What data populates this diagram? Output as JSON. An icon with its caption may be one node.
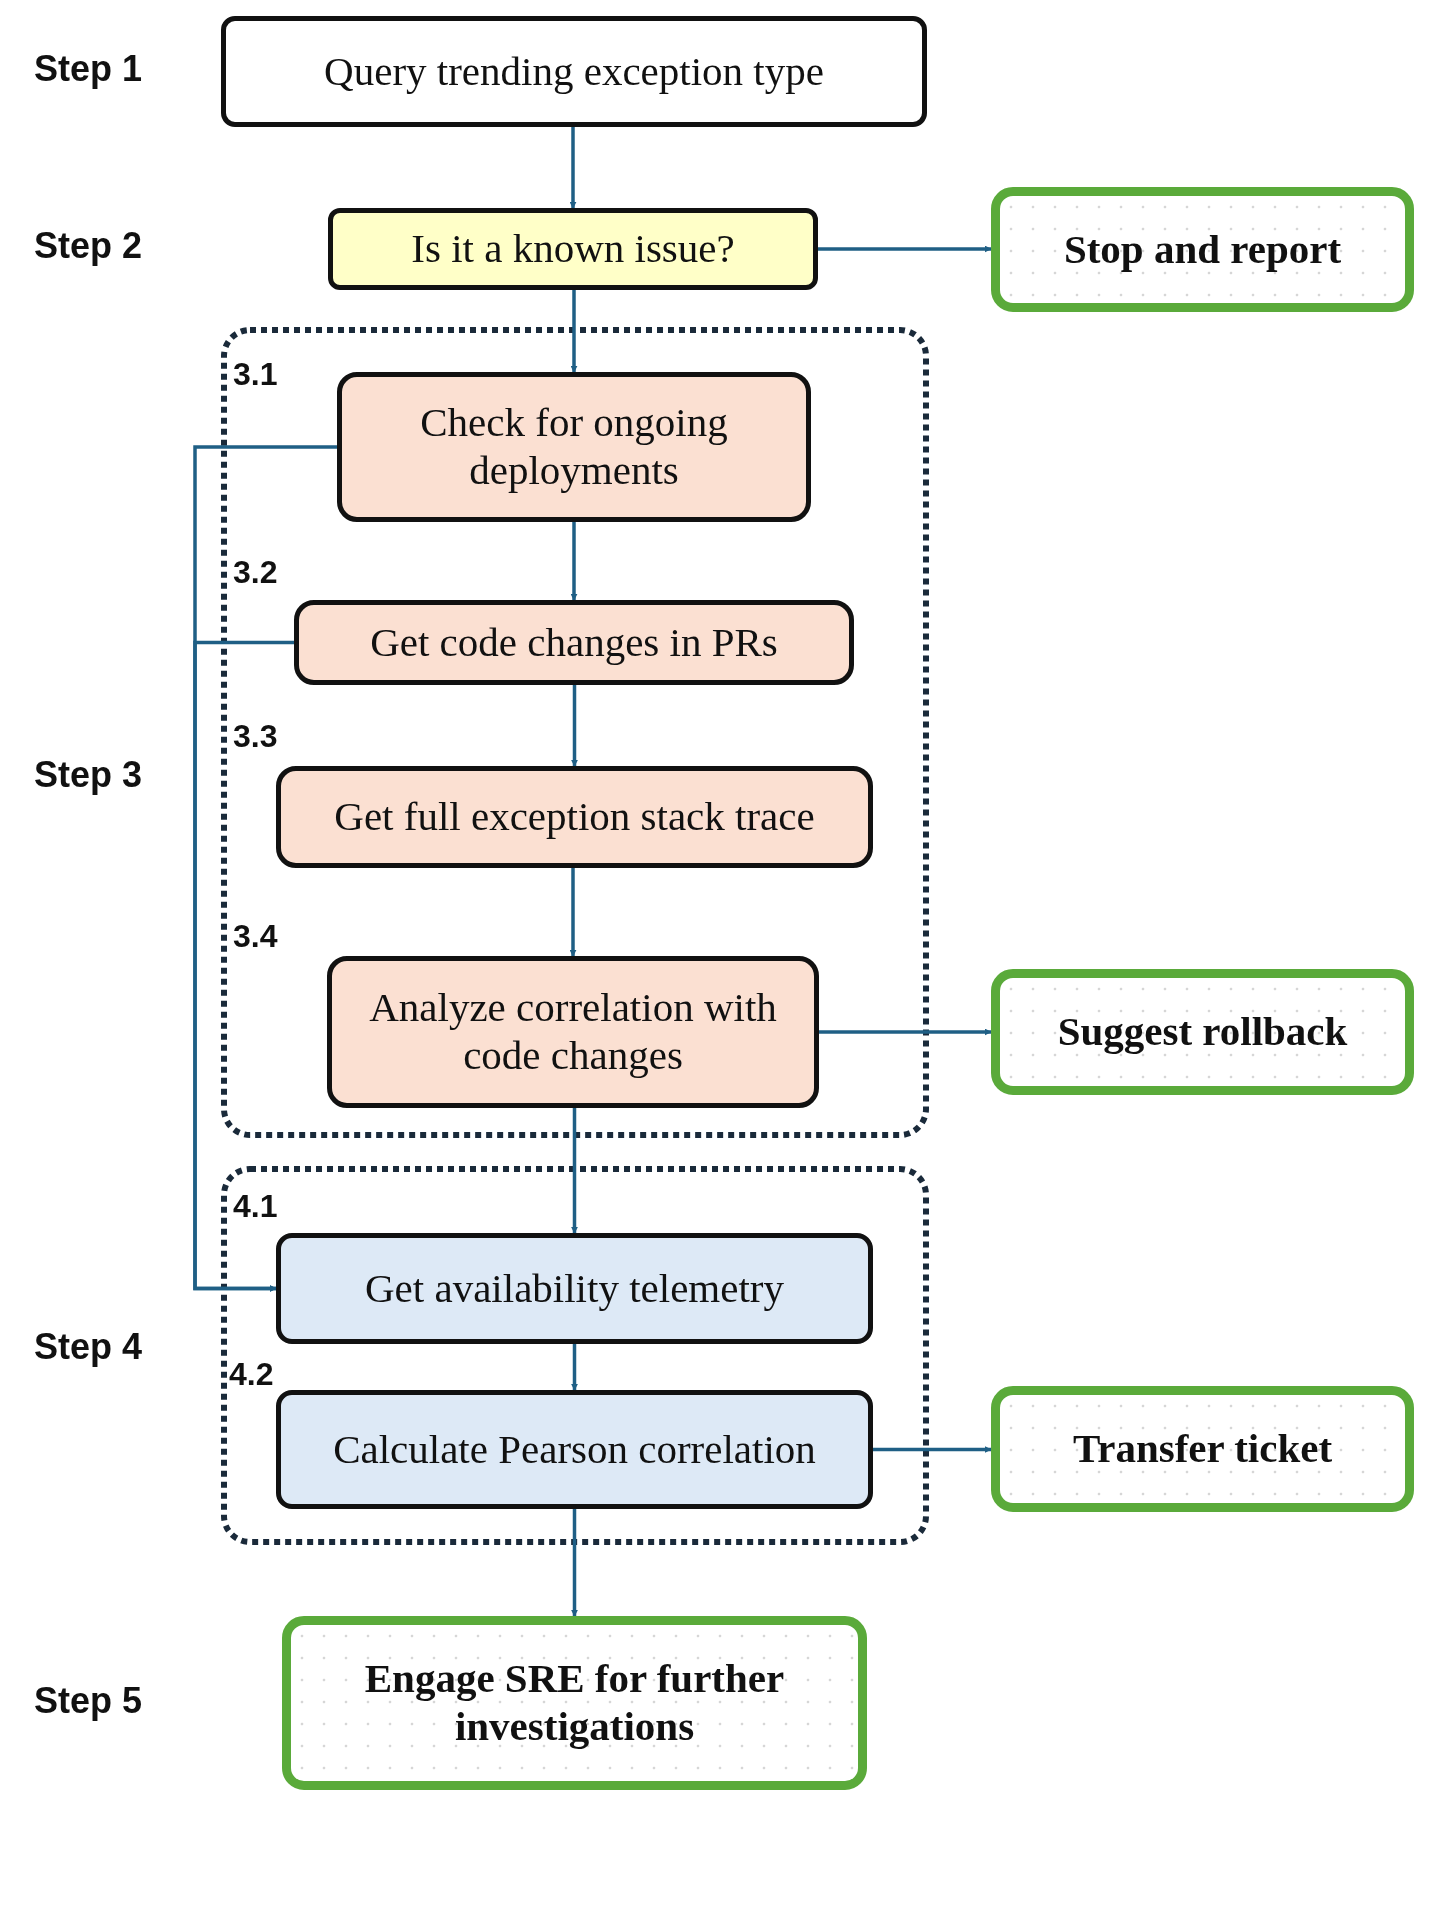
{
  "diagram": {
    "nodes": [
      {
        "text": [
          "Query trending exception type"
        ]
      },
      {
        "text": [
          "Is it a known issue?"
        ]
      },
      {
        "text": [
          "Stop and report"
        ]
      },
      {
        "text": [],
        "shape": "box"
      },
      {
        "text": [
          "Check for ongoing deployments"
        ],
        "in": 3
      },
      {
        "text": [
          "Get code changes in PRs"
        ],
        "in": 3
      },
      {
        "text": [
          "Get full exception stack trace"
        ],
        "in": 3
      },
      {
        "text": [
          "Analyze correlation with code changes"
        ],
        "in": 3
      },
      {
        "text": [
          "Suggest rollback"
        ]
      },
      {
        "text": [],
        "shape": "box"
      },
      {
        "text": [
          "Get availability telemetry"
        ],
        "in": 9
      },
      {
        "text": [
          "Calculate Pearson correlation"
        ],
        "in": 9
      },
      {
        "text": [
          "Transfer ticket"
        ]
      },
      {
        "text": [
          "Engage SRE for further investigations"
        ]
      }
    ],
    "edges": [
      {
        "from": 0,
        "to": 1,
        "arrow": "to"
      },
      {
        "from": 1,
        "to": 2,
        "arrow": "to"
      },
      {
        "from": 1,
        "to": 4,
        "arrow": "to"
      },
      {
        "from": 4,
        "to": 5,
        "arrow": "to"
      },
      {
        "from": 5,
        "to": 6,
        "arrow": "to"
      },
      {
        "from": 6,
        "to": 7,
        "arrow": "to"
      },
      {
        "from": 7,
        "to": 8,
        "arrow": "to"
      },
      {
        "from": 7,
        "to": 10,
        "arrow": "to"
      },
      {
        "from": 4,
        "to": 10,
        "arrow": "to"
      },
      {
        "from": 5,
        "to": 10,
        "arrow": "to"
      },
      {
        "from": 10,
        "to": 11,
        "arrow": "to"
      },
      {
        "from": 11,
        "to": 12,
        "arrow": "to"
      },
      {
        "from": 11,
        "to": 13,
        "arrow": "to"
      }
    ],
    "labels": [
      "Step 1",
      "Step 2",
      "3.1",
      "3.2",
      "Step 3",
      "3.3",
      "3.4",
      "4.1",
      "Step 4",
      "4.2",
      "Step 5"
    ]
  }
}
